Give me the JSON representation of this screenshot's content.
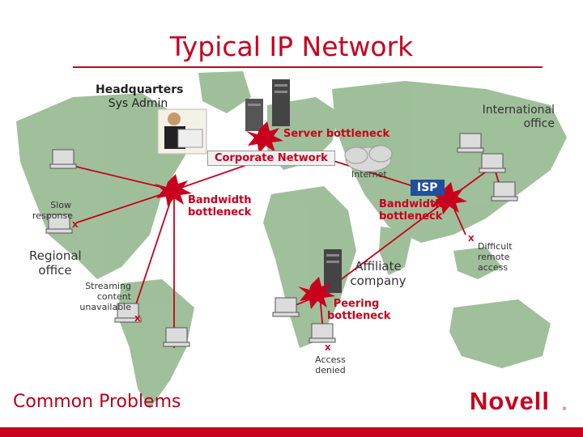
{
  "title": "Typical IP Network",
  "labels": {
    "hq": "Headquarters",
    "hq_sub": "Sys Admin",
    "international": "International",
    "international_sub": "office",
    "server_bottleneck": "Server bottleneck",
    "corporate_network": "Corporate Network",
    "internet": "Internet",
    "isp": "ISP",
    "bandwidth_left": "Bandwidth",
    "bandwidth_left_sub": "bottleneck",
    "bandwidth_right": "Bandwidth",
    "bandwidth_right_sub": "bottleneck",
    "slow": "Slow",
    "slow_sub": "response",
    "regional": "Regional",
    "regional_sub": "office",
    "streaming": "Streaming",
    "streaming_2": "content",
    "streaming_3": "unavailable",
    "affiliate": "Affiliate",
    "affiliate_sub": "company",
    "peering": "Peering",
    "peering_sub": "bottleneck",
    "access": "Access",
    "access_sub": "denied",
    "difficult": "Difficult",
    "difficult_2": "remote",
    "difficult_3": "access",
    "x_mark": "X"
  },
  "footer": {
    "left": "Common Problems",
    "brand": "Novell",
    "tm": "®"
  },
  "colors": {
    "accent": "#c8001e",
    "map": "#8fb489",
    "isp": "#1f4f9e"
  }
}
